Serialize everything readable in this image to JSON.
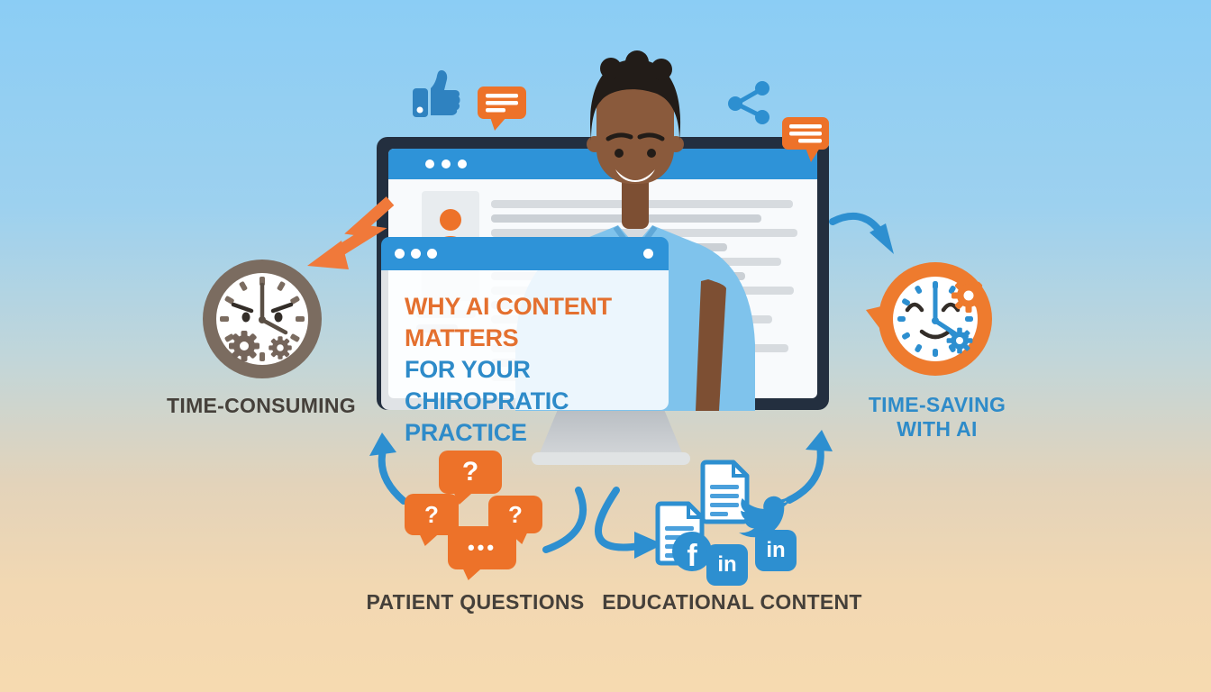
{
  "background": {
    "sky_top": "#8bcdf5",
    "peach_bottom": "#f6dab0"
  },
  "colors": {
    "orange": "#ed7229",
    "blue": "#2d8fd0",
    "navy_bezel": "#232f3f",
    "browser_blue": "#2e93d8",
    "clock_brown": "#7b6c60",
    "headline_orange": "#e4702f",
    "headline_blue": "#2e8bc9",
    "label_dark": "#45403a",
    "skin_brown": "#8a5a3c",
    "scrubs_blue": "#7fc3ec"
  },
  "popup_window": {
    "headline_line1": "WHY AI CONTENT MATTERS",
    "headline_line2": "FOR YOUR CHIROPRATIC",
    "headline_line3": "PRACTICE"
  },
  "labels": {
    "time_consuming": "TIME-CONSUMING",
    "time_saving_line1": "TIME-SAVING",
    "time_saving_line2": "WITH AI",
    "patient_questions": "PATIENT QUESTIONS",
    "educational_content": "EDUCATIONAL CONTENT"
  },
  "speech_bubbles": {
    "question_mark": "?",
    "typing_dots": "•••"
  },
  "social_icons": {
    "facebook": "f",
    "linkedin": "in"
  },
  "icons": {
    "thumbs_up": "thumbs-up-icon",
    "chat_bubble": "chat-bubble-icon",
    "share": "share-icon",
    "angry_clock_gears": "angry-clock-icon",
    "lightning_arrow": "lightning-arrow-icon",
    "happy_clock_ai": "happy-clock-icon",
    "curved_arrow": "curved-arrow-icon",
    "document": "document-icon",
    "twitter_bird": "twitter-bird-icon",
    "facebook": "facebook-icon",
    "linkedin": "linkedin-icon",
    "person": "person-icon"
  }
}
